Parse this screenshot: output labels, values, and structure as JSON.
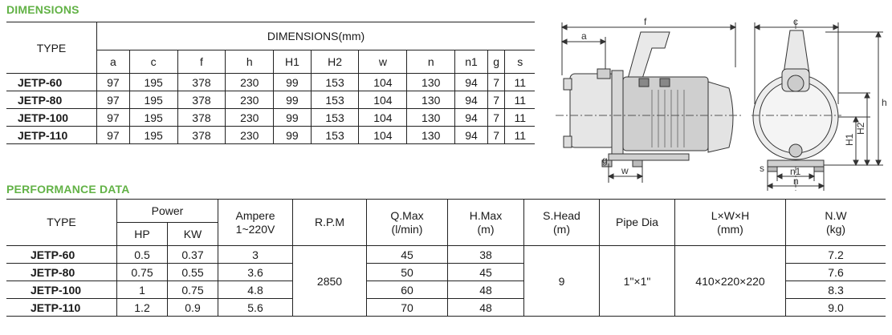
{
  "dimensions": {
    "section_title": "DIMENSIONS",
    "type_header": "TYPE",
    "group_header": "DIMENSIONS(mm)",
    "columns": [
      "a",
      "c",
      "f",
      "h",
      "H1",
      "H2",
      "w",
      "n",
      "n1",
      "g",
      "s"
    ],
    "rows": [
      {
        "type": "JETP-60",
        "values": [
          "97",
          "195",
          "378",
          "230",
          "99",
          "153",
          "104",
          "130",
          "94",
          "7",
          "11"
        ]
      },
      {
        "type": "JETP-80",
        "values": [
          "97",
          "195",
          "378",
          "230",
          "99",
          "153",
          "104",
          "130",
          "94",
          "7",
          "11"
        ]
      },
      {
        "type": "JETP-100",
        "values": [
          "97",
          "195",
          "378",
          "230",
          "99",
          "153",
          "104",
          "130",
          "94",
          "7",
          "11"
        ]
      },
      {
        "type": "JETP-110",
        "values": [
          "97",
          "195",
          "378",
          "230",
          "99",
          "153",
          "104",
          "130",
          "94",
          "7",
          "11"
        ]
      }
    ]
  },
  "performance": {
    "section_title": "PERFORMANCE DATA",
    "headers": {
      "type": "TYPE",
      "power": "Power",
      "hp": "HP",
      "kw": "KW",
      "ampere_1": "Ampere",
      "ampere_2": "1~220V",
      "rpm": "R.P.M",
      "qmax_1": "Q.Max",
      "qmax_2": "(l/min)",
      "hmax_1": "H.Max",
      "hmax_2": "(m)",
      "shead_1": "S.Head",
      "shead_2": "(m)",
      "pipe": "Pipe Dia",
      "lwh_1": "L×W×H",
      "lwh_2": "(mm)",
      "nw_1": "N.W",
      "nw_2": "(kg)"
    },
    "rows": [
      {
        "type": "JETP-60",
        "hp": "0.5",
        "kw": "0.37",
        "ampere": "3",
        "qmax": "45",
        "hmax": "38",
        "nw": "7.2"
      },
      {
        "type": "JETP-80",
        "hp": "0.75",
        "kw": "0.55",
        "ampere": "3.6",
        "qmax": "50",
        "hmax": "45",
        "nw": "7.6"
      },
      {
        "type": "JETP-100",
        "hp": "1",
        "kw": "0.75",
        "ampere": "4.8",
        "qmax": "60",
        "hmax": "48",
        "nw": "8.3"
      },
      {
        "type": "JETP-110",
        "hp": "1.2",
        "kw": "0.9",
        "ampere": "5.6",
        "qmax": "70",
        "hmax": "48",
        "nw": "9.0"
      }
    ],
    "shared": {
      "rpm": "2850",
      "shead": "9",
      "pipe": "1\"×1\"",
      "lwh": "410×220×220"
    }
  },
  "drawing_labels": {
    "a": "a",
    "f": "f",
    "c": "c",
    "g": "g",
    "w": "w",
    "s": "s",
    "n1": "n1",
    "n": "n",
    "h": "h",
    "H1": "H1",
    "H2": "H2"
  }
}
